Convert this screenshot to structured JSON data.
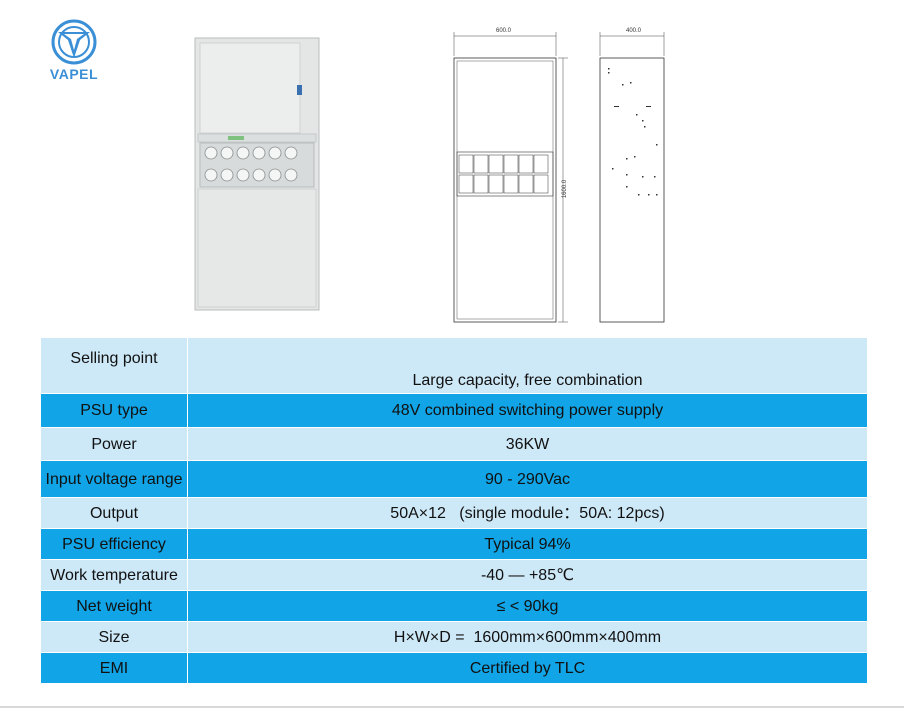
{
  "brand": {
    "name": "VAPEL",
    "color": "#3a8fd6"
  },
  "colors": {
    "row_light": "#cde8f7",
    "row_dark": "#11a4e6"
  },
  "drawing": {
    "width_dim": "600.0",
    "depth_dim": "400.0",
    "height_dim": "1600.0"
  },
  "specs": {
    "rows": [
      {
        "label": "Selling point",
        "value": "Large capacity, free combination"
      },
      {
        "label": "PSU type",
        "value": "48V combined switching power supply"
      },
      {
        "label": "Power",
        "value": "36KW"
      },
      {
        "label": "Input voltage range",
        "value": "90 - 290Vac"
      },
      {
        "label": "Output",
        "value": "50A×12   (single module：50A: 12pcs)"
      },
      {
        "label": "PSU efficiency",
        "value": "Typical 94%"
      },
      {
        "label": "Work temperature",
        "value": "-40 — +85℃"
      },
      {
        "label": "Net weight",
        "value": "≤ < 90kg"
      },
      {
        "label": "Size",
        "value": "H×W×D =  1600mm×600mm×400mm"
      },
      {
        "label": "EMI",
        "value": "Certified by TLC"
      }
    ]
  }
}
